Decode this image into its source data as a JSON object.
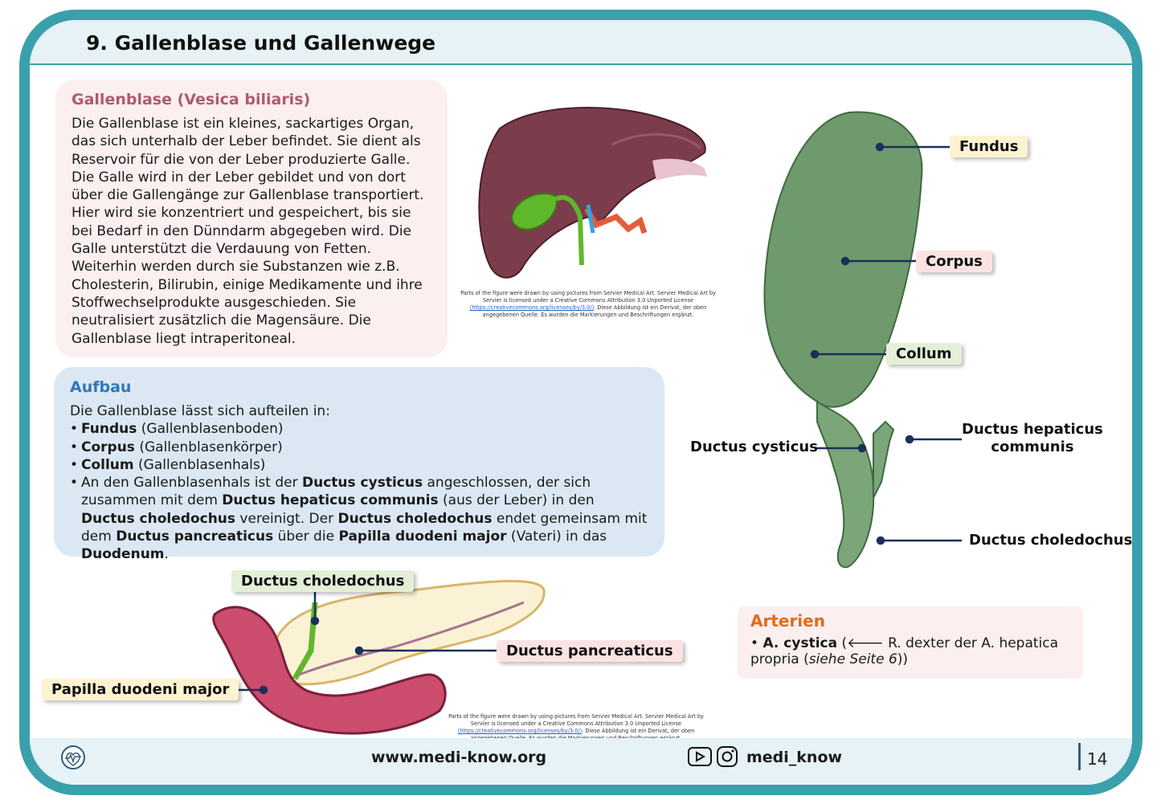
{
  "header": {
    "title": "9. Gallenblase und Gallenwege"
  },
  "gallenblase": {
    "title": "Gallenblase (Vesica biliaris)",
    "lines": [
      "Die Gallenblase ist ein kleines, sackartiges Organ,",
      "das sich unterhalb der Leber befindet. Sie dient als",
      "Reservoir für die von der Leber produzierte Galle.",
      "Die Galle wird in der Leber gebildet und von dort",
      "über die Gallengänge zur Gallenblase transportiert.",
      "Hier wird sie konzentriert und gespeichert, bis sie",
      "bei Bedarf in den Dünndarm abgegeben wird. Die",
      "Galle unterstützt die Verdauung von Fetten.",
      "Weiterhin werden durch sie Substanzen wie z.B.",
      "Cholesterin, Bilirubin, einige Medikamente und ihre",
      "Stoffwechselprodukte ausgeschieden. Sie",
      "neutralisiert zusätzlich die Magensäure. Die",
      "Gallenblase liegt intraperitoneal."
    ]
  },
  "aufbau": {
    "title": "Aufbau",
    "intro": "Die Gallenblase lässt sich aufteilen in:",
    "items": [
      {
        "bold": "Fundus",
        "text": " (Gallenblasenboden)"
      },
      {
        "bold": "Corpus",
        "text": " (Gallenblasenkörper)"
      },
      {
        "bold": "Collum",
        "text": " (Gallenblasenhals)"
      }
    ],
    "last": {
      "t1": "An den Gallenblasenhals ist der ",
      "b1": "Ductus cysticus",
      "t2": " angeschlossen, der sich zusammen mit dem ",
      "b2": "Ductus hepaticus communis",
      "t3": " (aus der Leber) in den ",
      "b3": "Ductus choledochus",
      "t4": " vereinigt. Der ",
      "b4": "Ductus choledochus",
      "t5": " endet gemeinsam mit dem ",
      "b5": "Ductus pancreaticus",
      "t6": " über die ",
      "b6": "Papilla duodeni major",
      "t7": " (Vateri) in das ",
      "b7": "Duodenum",
      "t8": "."
    }
  },
  "credit": {
    "line1": "Parts of the figure were drawn by using pictures from Servier Medical Art. Servier Medical Art by",
    "line2": "Servier is licensed under a Creative Commons Attribution 3.0 Unported License",
    "link": "(https://creativecommons.org/licenses/by/3.0/)",
    "line3": ". Diese Abbildung ist ein Derivat, der oben",
    "line4": "angegebenen Quelle. Es wurden die Markierungen und Beschriftungen ergänzt."
  },
  "gb_labels": {
    "fundus": "Fundus",
    "corpus": "Corpus",
    "collum": "Collum",
    "cysticus": "Ductus cysticus",
    "hepaticus1": "Ductus hepaticus",
    "hepaticus2": "communis",
    "choledochus": "Ductus choledochus"
  },
  "panc_labels": {
    "choledochus": "Ductus choledochus",
    "pancreaticus": "Ductus pancreaticus",
    "papilla": "Papilla duodeni major"
  },
  "arterien": {
    "title": "Arterien",
    "bold": "A. cystica",
    "t1": " (",
    "arrow": "🡐",
    "t2": " R. dexter der A. hepatica propria (",
    "ital": "siehe Seite 6",
    "t3": "))"
  },
  "footer": {
    "url": "www.medi-know.org",
    "social": "medi_know",
    "page": "14"
  },
  "colors": {
    "frame": "#3aa0ac",
    "pink_box": "#fbeff0",
    "blue_box": "#dbe8f3",
    "pink_title": "#b05a6d",
    "blue_title": "#2f78b8",
    "arterien_title": "#e06b1a"
  }
}
